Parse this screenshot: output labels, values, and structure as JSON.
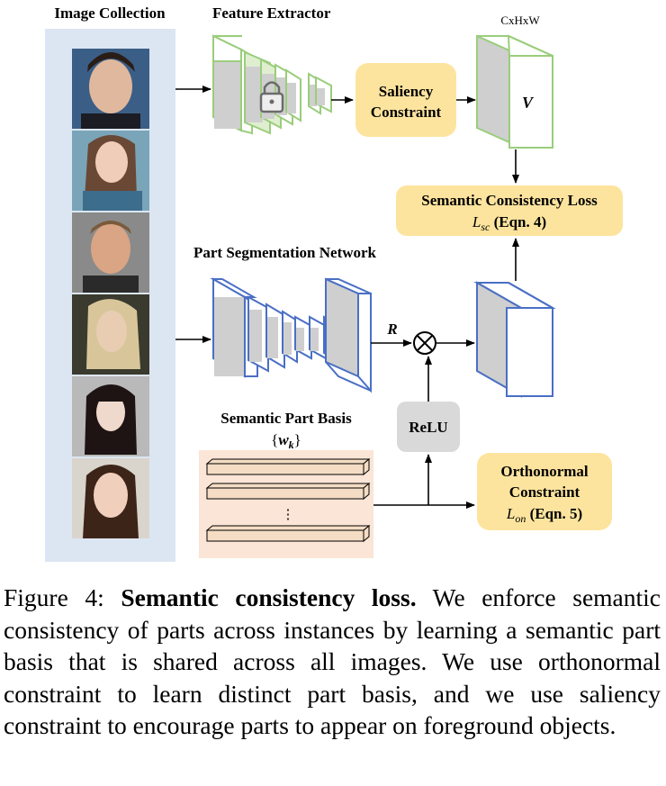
{
  "labels": {
    "image_collection": "Image Collection",
    "feature_extractor": "Feature Extractor",
    "saliency_constraint_line1": "Saliency",
    "saliency_constraint_line2": "Constraint",
    "dims": "CxHxW",
    "v": "V",
    "semantic_loss_title": "Semantic Consistency Loss",
    "semantic_loss_symbol": "L",
    "semantic_loss_sub": "sc",
    "semantic_loss_eqn": "(Eqn. 4)",
    "part_seg_network": "Part Segmentation Network",
    "r": "R",
    "relu": "ReLU",
    "semantic_part_basis": "Semantic Part Basis",
    "basis_open": "{",
    "basis_w": "w",
    "basis_k": "k",
    "basis_close": "}",
    "basis_dots": "⋮",
    "orthonormal_line1": "Orthonormal",
    "orthonormal_line2": "Constraint",
    "orthonormal_symbol": "L",
    "orthonormal_sub": "on",
    "orthonormal_eqn": "(Eqn. 5)",
    "multiply_symbol": "⊗"
  },
  "caption": {
    "prefix": "Figure 4: ",
    "title": "Semantic consistency loss.",
    "body": " We enforce seman­tic consistency of parts across instances by learning a se­mantic part basis that is shared across all images. We use orthonormal constraint to learn distinct part basis, and we use saliency constraint to encourage parts to appear on fore­ground objects."
  },
  "colors": {
    "image_panel": "#dce6f2",
    "feature_extractor_stroke": "#9acd7c",
    "part_seg_stroke": "#4a6fc4",
    "yellow_box": "#fde49e",
    "relu_box": "#d9d9d9",
    "basis_panel": "#fbe5d6",
    "basis_bar": "#f4ddc4",
    "gray_face": "#c8c8c8"
  },
  "icons": [
    "lock-icon",
    "multiply-icon",
    "portrait-image"
  ]
}
